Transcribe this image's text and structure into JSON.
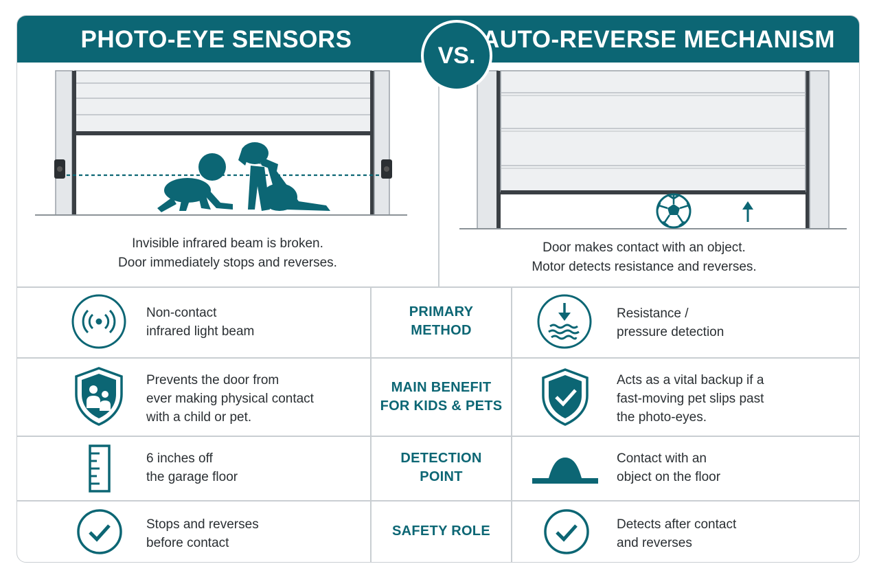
{
  "header": {
    "left_title": "PHOTO-EYE SENSORS",
    "vs": "VS.",
    "right_title": "AUTO-REVERSE MECHANISM"
  },
  "left_caption": [
    "Invisible infrared beam is broken.",
    "Door immediately stops and reverses."
  ],
  "right_caption": [
    "Door makes contact with an object.",
    "Motor detects resistance and reverses."
  ],
  "rows": [
    {
      "category": [
        "PRIMARY",
        "METHOD"
      ],
      "left": [
        "Non-contact",
        "infrared light beam"
      ],
      "left_icon": "signal-beam-icon",
      "right": [
        "Resistance /",
        "pressure detection"
      ],
      "right_icon": "pressure-detection-icon"
    },
    {
      "category": [
        "MAIN BENEFIT",
        "FOR KIDS & PETS"
      ],
      "left": [
        "Prevents the door from",
        "ever making physical contact",
        "with a child or pet."
      ],
      "left_icon": "shield-family-icon",
      "right": [
        "Acts as a vital backup if a",
        "fast-moving pet slips past",
        "the photo-eyes."
      ],
      "right_icon": "shield-check-icon"
    },
    {
      "category": [
        "DETECTION",
        "POINT"
      ],
      "left": [
        "6 inches off",
        "the garage floor"
      ],
      "left_icon": "ruler-icon",
      "right": [
        "Contact with an",
        "object on the floor"
      ],
      "right_icon": "floor-bump-icon"
    },
    {
      "category": [
        "SAFETY ROLE"
      ],
      "left": [
        "Stops and reverses",
        "before contact"
      ],
      "left_icon": "check-circle-icon",
      "right": [
        "Detects after contact",
        "and reverses"
      ],
      "right_icon": "check-circle-icon"
    }
  ],
  "colors": {
    "accent": "#0c6674",
    "border": "#c9ced2",
    "text": "#2a2f33",
    "door": "#eef0f2"
  }
}
